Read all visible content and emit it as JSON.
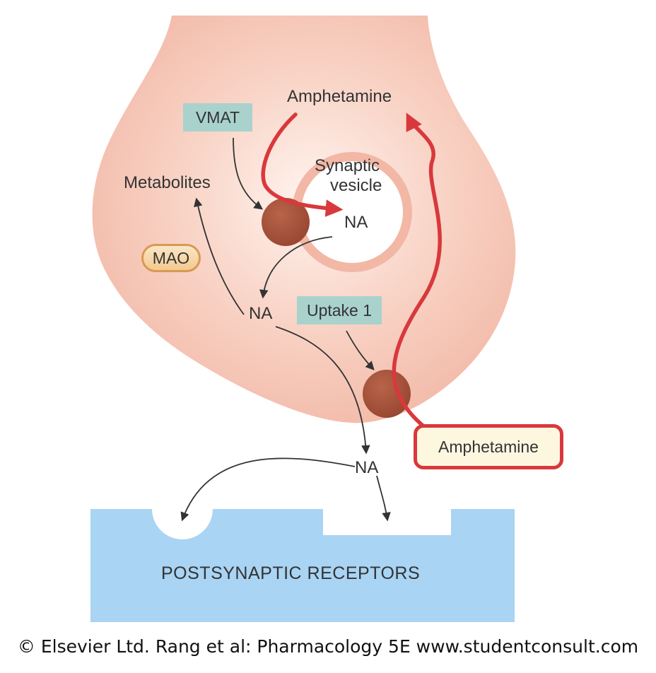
{
  "labels": {
    "amphetamine_top": "Amphetamine",
    "vmat": "VMAT",
    "synaptic_vesicle_line1": "Synaptic",
    "synaptic_vesicle_line2": "vesicle",
    "metabolites": "Metabolites",
    "na_vesicle": "NA",
    "mao": "MAO",
    "na_cytoplasm": "NA",
    "uptake1": "Uptake 1",
    "amphetamine_outside": "Amphetamine",
    "na_synapse": "NA",
    "postsynaptic_receptors": "POSTSYNAPTIC RECEPTORS"
  },
  "copyright": "© Elsevier Ltd. Rang et al: Pharmacology 5E www.studentconsult.com",
  "colors": {
    "neuron_fill": "#f5c4b4",
    "receptor_fill": "#a9d4f4",
    "transporter": "#a4513a",
    "amphetamine_arrow": "#d9383c",
    "label_box": "#a9d2cd"
  }
}
